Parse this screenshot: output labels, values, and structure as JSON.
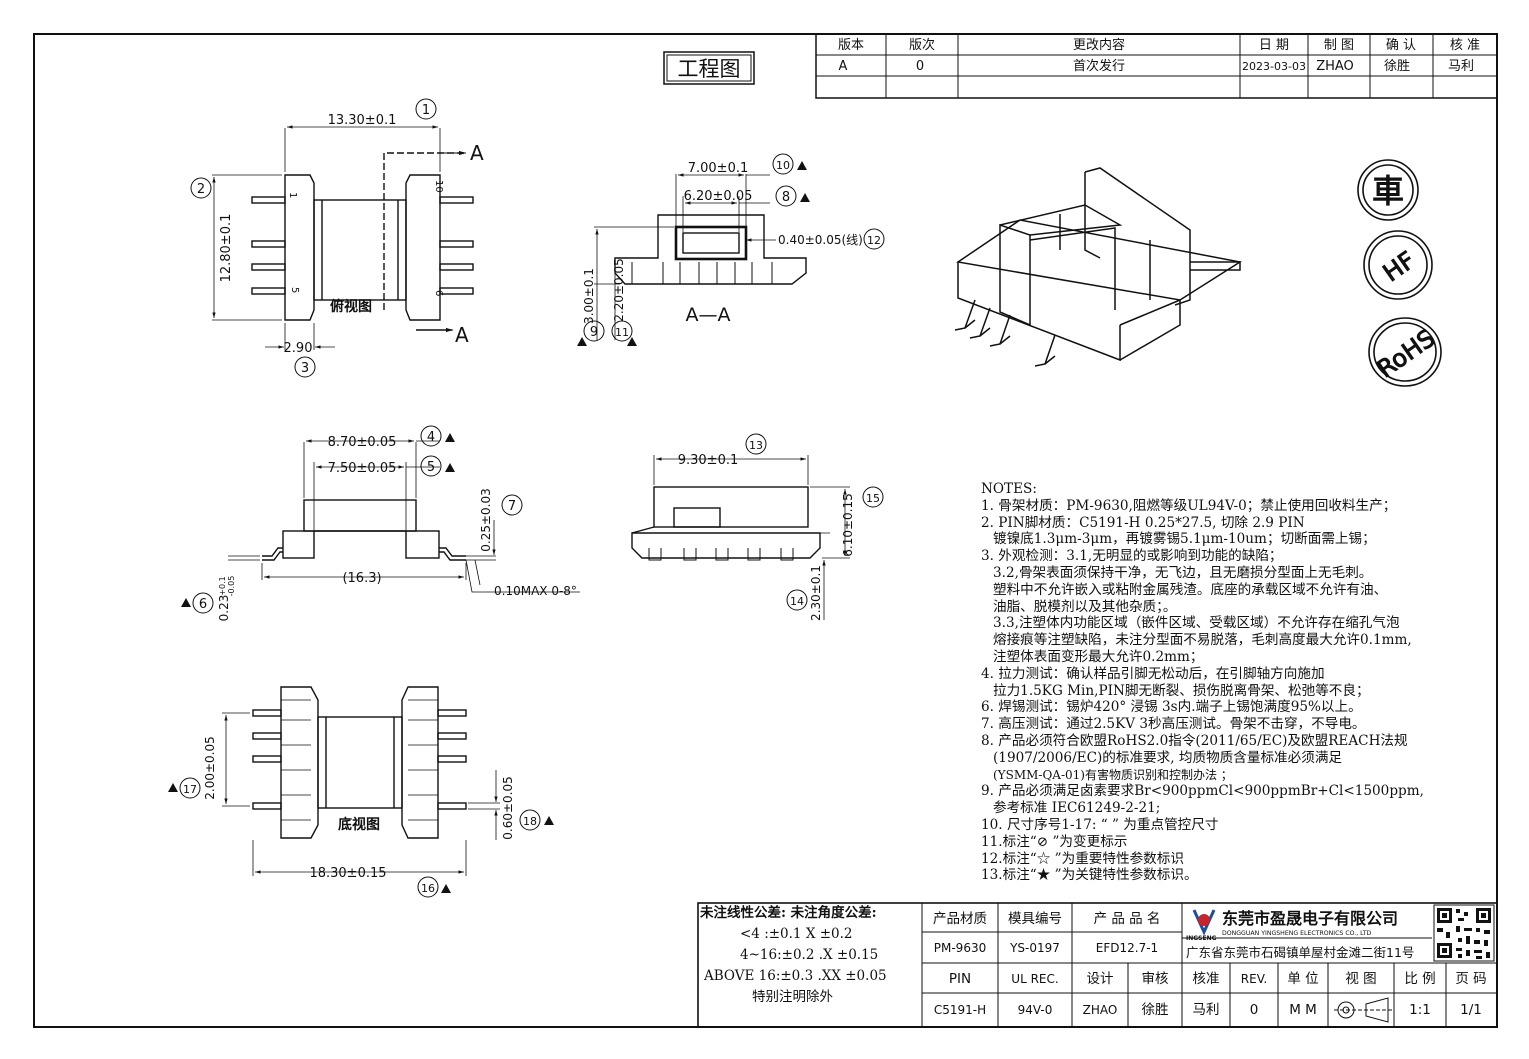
{
  "title": "工程图",
  "revision_table": {
    "headers": [
      "版本",
      "版次",
      "更改内容",
      "日 期",
      "制 图",
      "确 认",
      "核 准"
    ],
    "rows": [
      [
        "A",
        "0",
        "首次发行",
        "2023-03-03",
        "ZHAO",
        "徐胜",
        "马利"
      ]
    ]
  },
  "views": {
    "top": "俯视图",
    "section": "A—A",
    "bottom": "底视图",
    "section_mark": "A",
    "pin_numbers": [
      "1",
      "5",
      "10",
      "6"
    ]
  },
  "dimensions": {
    "d1": "13.30±0.1",
    "d2": "12.80±0.1",
    "d3": "2.90",
    "d10": "7.00±0.1",
    "d8": "6.20±0.05",
    "d12": "0.40±0.05(线)",
    "d9": "3.00±0.1",
    "d11": "2.20±0.05",
    "d4": "8.70±0.05",
    "d5": "7.50±0.05",
    "d7": "0.25±0.03",
    "d16_3": "(16.3)",
    "d6": "0.23",
    "d6_tol_plus": "+0.1",
    "d6_tol_minus": "-0.05",
    "dmax": "0.10MAX 0-8°",
    "d13": "9.30±0.1",
    "d15": "6.10±0.15",
    "d14": "2.30±0.1",
    "d17": "2.00±0.05",
    "d18": "0.60±0.05",
    "d16": "18.30±0.15"
  },
  "balloons": [
    "1",
    "2",
    "3",
    "4",
    "5",
    "6",
    "7",
    "8",
    "9",
    "10",
    "11",
    "12",
    "13",
    "14",
    "15",
    "16",
    "17",
    "18"
  ],
  "stamps": {
    "car": "車",
    "hf": "HF",
    "rohs": "RoHS"
  },
  "notes": [
    "NOTES:",
    "1. 骨架材质：PM-9630,阻燃等级UL94V-0；禁止使用回收料生产；",
    "2. PIN脚材质：C5191-H 0.25*27.5,   切除 2.9 PIN",
    "   镀镍底1.3μm-3μm，再镀雾锡5.1μm-10um；切断面需上锡；",
    "3. 外观检测：3.1,无明显的或影响到功能的缺陷；",
    "   3.2,骨架表面须保持干净，无飞边，且无磨损分型面上无毛刺。",
    "    塑料中不允许嵌入或粘附金属残渣。底座的承载区域不允许有油、",
    "    油脂、脱模剂以及其他杂质；。",
    "   3.3,注塑体内功能区域（嵌件区域、受载区域）不允许存在缩孔气泡",
    "   熔接痕等注塑缺陷，未注分型面不易脱落，毛刺高度最大允许0.1mm,",
    "   注塑体表面变形最大允许0.2mm；",
    "4. 拉力测试：确认样品引脚无松动后，在引脚轴方向施加",
    "   拉力1.5KG Min,PIN脚无断裂、损伤脱离骨架、松弛等不良；",
    "6. 焊锡测试：锡炉420° 浸锡 3s内.端子上锡饱满度95%以上。",
    "7. 高压测试：通过2.5KV 3秒高压测试。骨架不击穿，不导电。",
    "8. 产品必须符合欧盟RoHS2.0指令(2011/65/EC)及欧盟REACH法规",
    "   (1907/2006/EC)的标准要求, 均质物质含量标准必须满足",
    "   (YSMM-QA-01)有害物质识别和控制办法 ；",
    "9. 产品必须满足卤素要求Br<900ppmCl<900ppmBr+Cl<1500ppm,",
    "   参考标准 IEC61249-2-21;",
    "10. 尺寸序号1-17: “ ” 为重点管控尺寸",
    "11.标注“⊘ ”为变更标示",
    "12.标注“☆ ”为重要特性参数标识",
    "13.标注“★ ”为关键特性参数标识。"
  ],
  "tolerances": [
    "未注线性公差:  未注角度公差:",
    " <4 :±0.1  X ±0.2",
    "4~16:±0.2  .X ±0.15",
    "ABOVE 16:±0.3  .XX ±0.05",
    "特别注明除外"
  ],
  "title_block": {
    "h1": "产品材质",
    "h2": "模具编号",
    "h3": "产 品 品 名",
    "v1": "PM-9630",
    "v2": "YS-0197",
    "v3": "EFD12.7-1",
    "r3": [
      "PIN",
      "UL REC.",
      "设计",
      "审核",
      "核准",
      "REV.",
      "单 位",
      "视 图",
      "比 例",
      "页 码"
    ],
    "r4": [
      "C5191-H",
      "94V-0",
      "ZHAO",
      "徐胜",
      "马利",
      "0",
      "M M",
      "",
      "1:1",
      "1/1"
    ]
  },
  "company": {
    "name": "东莞市盈晟电子有限公司",
    "name_en": "DONGGUAN YINGSHENG ELECTRONICS CO., LTD",
    "brand": "INGSENG",
    "address": "广东省东莞市石碣镇单屋村金滩二街11号"
  },
  "colors": {
    "ink": "#111111",
    "logo_blue": "#1f4e9a",
    "logo_red": "#c8242b"
  }
}
